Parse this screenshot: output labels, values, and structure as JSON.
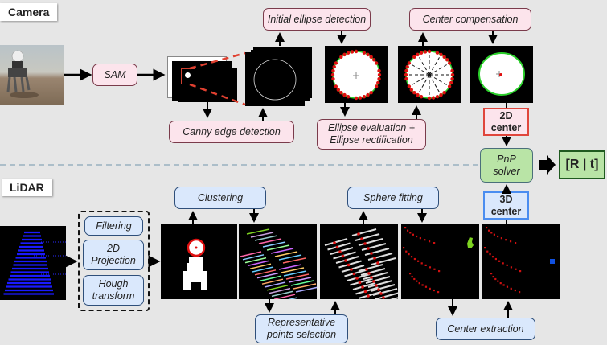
{
  "sections": {
    "camera": "Camera",
    "lidar": "LiDAR"
  },
  "camera_pipeline": {
    "sam": "SAM",
    "canny": "Canny edge detection",
    "initial_ellipse": "Initial ellipse detection",
    "ellipse_eval": [
      "Ellipse evaluation +",
      "Ellipse rectification"
    ],
    "center_comp": "Center compensation",
    "center_2d": [
      "2D",
      "center"
    ]
  },
  "lidar_pipeline": {
    "filtering": "Filtering",
    "projection": [
      "2D",
      "Projection"
    ],
    "hough": [
      "Hough",
      "transform"
    ],
    "clustering": "Clustering",
    "representative": [
      "Representative",
      "points selection"
    ],
    "sphere_fitting": "Sphere fitting",
    "center_extraction": "Center extraction",
    "center_3d": [
      "3D",
      "center"
    ]
  },
  "solver": {
    "pnp": [
      "PnP",
      "solver"
    ],
    "output": "[R | t]"
  },
  "colors": {
    "camera_box_fill": "#fce4ec",
    "camera_box_border": "#7a3b4b",
    "lidar_box_fill": "#dae8fc",
    "lidar_box_border": "#2f4f7a",
    "center_2d_border": "#e0463c",
    "center_3d_border": "#4a8df0",
    "pnp_fill": "#b9e4a6",
    "output_border": "#1f5a1f",
    "background": "#e6e6e6"
  }
}
